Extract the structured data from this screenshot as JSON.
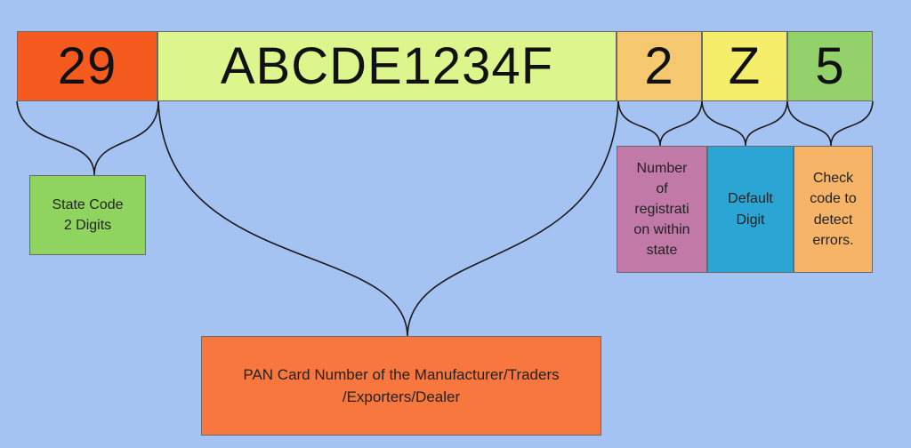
{
  "gstin": {
    "state_code": "29",
    "pan": "ABCDE1234F",
    "entity_number": "2",
    "default_digit": "Z",
    "check_code": "5"
  },
  "labels": {
    "state_code": "State Code\n2 Digits",
    "pan": "PAN Card Number of the Manufacturer/Traders\n/Exporters/Dealer",
    "entity_number": "Number\nof\nregistrati\non within\nstate",
    "default_digit": "Default\nDigit",
    "check_code": "Check\ncode to\ndetect\nerrors."
  },
  "colors": {
    "background": "#a4c2f2",
    "state_code": "#f55a1e",
    "pan": "#dcf58c",
    "entity_number": "#f5c870",
    "default_digit": "#f5ee6a",
    "check_code": "#93d16a",
    "state_label": "#8fd45e",
    "pan_label": "#f7773e",
    "entity_label": "#c17aa8",
    "default_label": "#2ba6d4",
    "check_label": "#f5b468"
  }
}
